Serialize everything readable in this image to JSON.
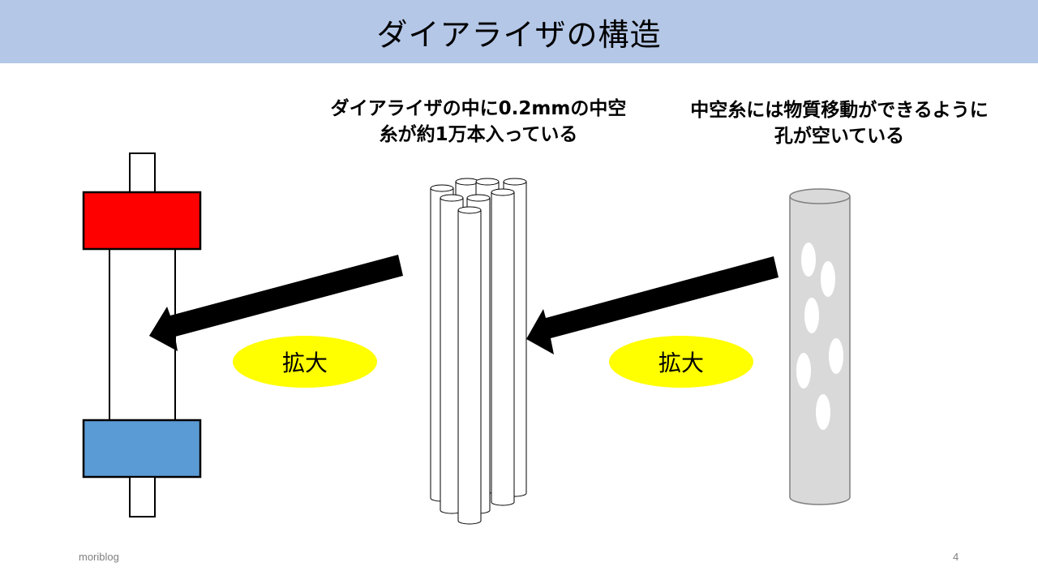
{
  "title": "ダイアライザの構造",
  "captions": {
    "middle_line1": "ダイアライザの中に0.2mmの中空",
    "middle_line2": "糸が約1万本入っている",
    "right_line1": "中空糸には物質移動ができるように",
    "right_line2": "孔が空いている"
  },
  "labels": {
    "enlarge_left": "拡大",
    "enlarge_right": "拡大"
  },
  "footer": {
    "left": "moriblog",
    "right": "4"
  },
  "colors": {
    "header_bg": "#b4c7e7",
    "top_cap": "#ff0000",
    "bottom_cap": "#5b9bd5",
    "ellipse": "#ffff00",
    "fiber_gray": "#d9d9d9"
  }
}
